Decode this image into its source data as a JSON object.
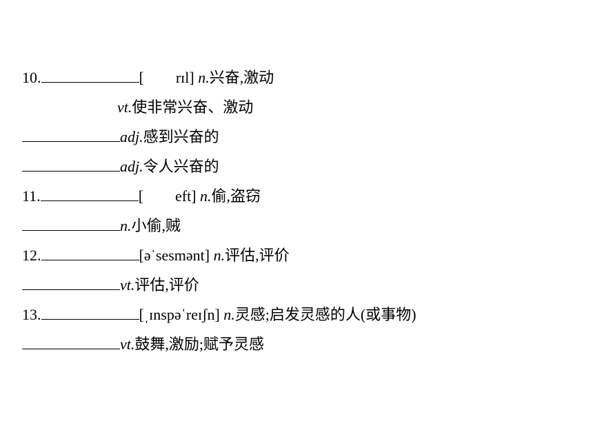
{
  "lines": [
    {
      "num": "10.",
      "open": "[",
      "phon": "rɪl]",
      "pos": "n.",
      "def": "兴奋,激动"
    },
    {
      "pos": "vt.",
      "def": "使非常兴奋、激动"
    },
    {
      "pos": "adj.",
      "def": "感到兴奋的"
    },
    {
      "pos": "adj.",
      "def": "令人兴奋的"
    },
    {
      "num": "11.",
      "open": "[",
      "phon": "eft]",
      "pos": "n.",
      "def": "偷,盗窃"
    },
    {
      "pos": "n.",
      "def": "小偷,贼"
    },
    {
      "num": "12.",
      "phon": "[əˈsesmənt]",
      "pos": "n.",
      "def": "评估,评价"
    },
    {
      "pos": "vt.",
      "def": "评估,评价"
    },
    {
      "num": "13.",
      "phon": "[ˌɪnspəˈreɪʃn]",
      "pos": "n.",
      "def": "灵感;启发灵感的人(或事物)"
    },
    {
      "pos": "vt.",
      "def": "鼓舞,激励;赋予灵感"
    }
  ]
}
